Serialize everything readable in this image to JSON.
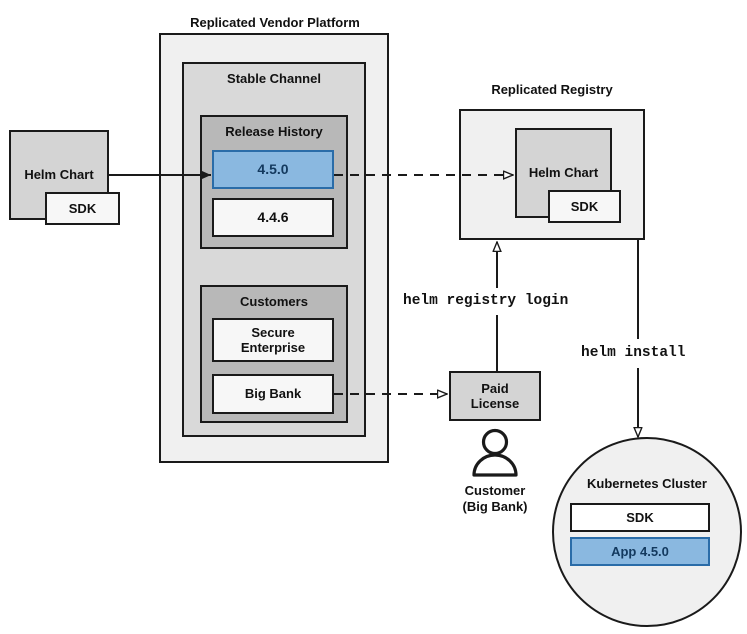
{
  "diagram": {
    "titles": {
      "vendor_platform": "Replicated Vendor Platform",
      "registry": "Replicated Registry"
    },
    "source_chart": {
      "label": "Helm Chart",
      "sdk_label": "SDK"
    },
    "channel": {
      "label": "Stable Channel"
    },
    "release_history": {
      "label": "Release History",
      "releases": [
        {
          "version": "4.5.0",
          "highlighted": true
        },
        {
          "version": "4.4.6",
          "highlighted": false
        }
      ]
    },
    "customers": {
      "label": "Customers",
      "entries": [
        {
          "name": "Secure\nEnterprise"
        },
        {
          "name": "Big Bank"
        }
      ],
      "secure_enterprise_line1": "Secure",
      "secure_enterprise_line2": "Enterprise",
      "big_bank": "Big Bank"
    },
    "registry_chart": {
      "label": "Helm Chart",
      "sdk_label": "SDK"
    },
    "license": {
      "line1": "Paid",
      "line2": "License"
    },
    "customer_actor": {
      "line1": "Customer",
      "line2": "(Big Bank)"
    },
    "cluster": {
      "label": "Kubernetes Cluster",
      "components": [
        {
          "name": "SDK",
          "highlighted": false
        },
        {
          "name": "App 4.5.0",
          "highlighted": true
        }
      ],
      "sdk": "SDK",
      "app": "App 4.5.0"
    },
    "commands": {
      "registry_login": "helm registry login",
      "install": "helm install"
    },
    "colors": {
      "highlight_fill": "#8ab8e0",
      "highlight_border": "#2a6ca8",
      "highlight_text": "#13395e",
      "outline": "#1a1a1a",
      "level1_fill": "#f0f0f0",
      "level2_fill": "#d9d9d9",
      "level3_fill": "#b8b8b8",
      "plain_fill": "#f7f7f7",
      "chart_fill": "#d4d4d4"
    }
  }
}
